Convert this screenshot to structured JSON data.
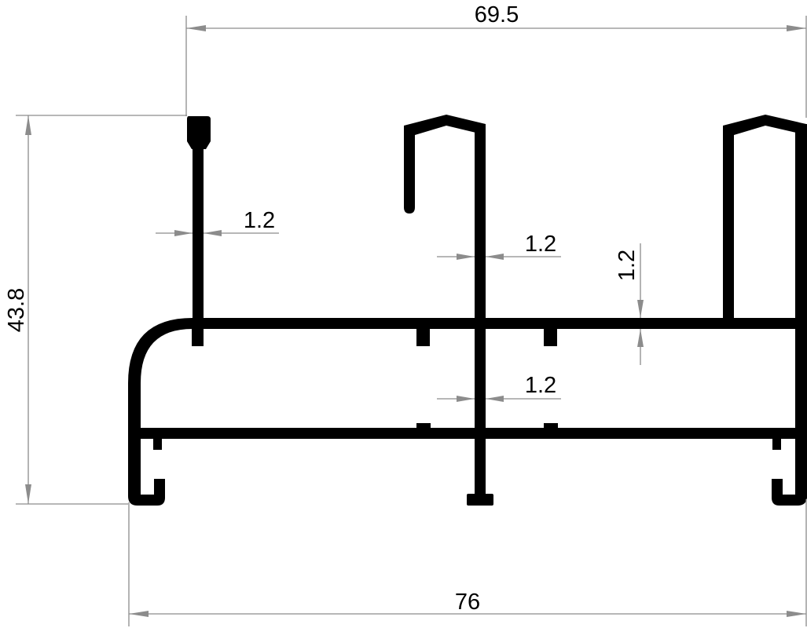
{
  "dimensions": {
    "overall_width_top": "69.5",
    "overall_height_left": "43.8",
    "overall_width_bottom": "76",
    "left_fin_thickness": "1.2",
    "center_upright_thickness_upper": "1.2",
    "upper_plate_thickness": "1.2",
    "center_upright_thickness_lower": "1.2"
  },
  "colors": {
    "profile": "#000000",
    "dimension_lines": "#8c8c8c",
    "background": "#ffffff"
  }
}
